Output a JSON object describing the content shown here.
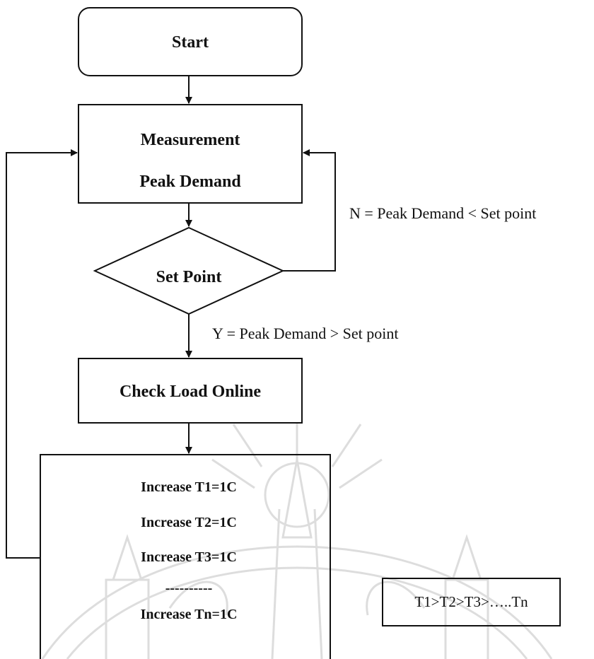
{
  "nodes": {
    "start": "Start",
    "measurement_line1": "Measurement",
    "measurement_line2": "Peak Demand",
    "decision": "Set Point",
    "check": "Check Load Online",
    "steps": [
      "Increase T1=1C",
      "Increase T2=1C",
      "Increase T3=1C",
      "----------",
      "Increase Tn=1C"
    ]
  },
  "edges": {
    "no_label": "N = Peak Demand < Set point",
    "yes_label": "Y = Peak Demand > Set point"
  },
  "note": "T1>T2>T3>…..Tn",
  "colors": {
    "line": "#111111",
    "watermark": "#c8c8c8",
    "background": "#ffffff"
  }
}
